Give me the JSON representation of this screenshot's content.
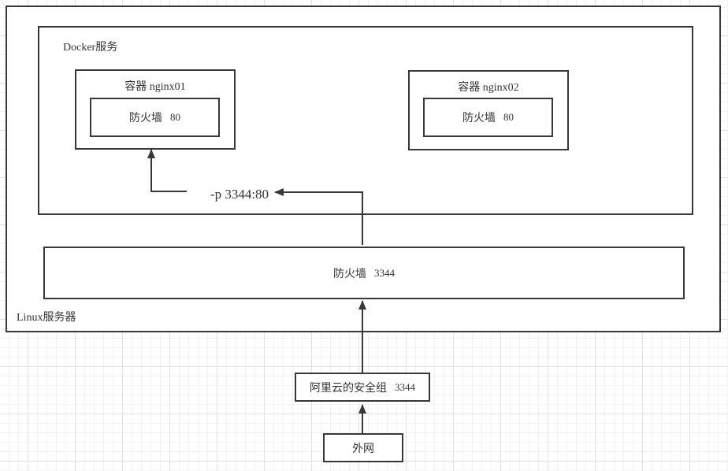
{
  "diagram": {
    "linux_server_label": "Linux服务器",
    "docker_service_label": "Docker服务",
    "containers": [
      {
        "title": "容器 nginx01",
        "firewall_label": "防火墙",
        "port": "80"
      },
      {
        "title": "容器 nginx02",
        "firewall_label": "防火墙",
        "port": "80"
      }
    ],
    "host_firewall": {
      "label": "防火墙",
      "port": "3344"
    },
    "security_group": {
      "label": "阿里云的安全组",
      "port": "3344"
    },
    "internet_label": "外网",
    "port_mapping_label": "-p 3344:80",
    "edges": [
      {
        "from": "port-mapping-label",
        "to": "container-nginx01"
      },
      {
        "from": "host-firewall",
        "to": "port-mapping-label"
      },
      {
        "from": "security-group",
        "to": "host-firewall"
      },
      {
        "from": "internet",
        "to": "security-group"
      }
    ]
  },
  "colors": {
    "shape_stroke": "#383838",
    "text": "#333333",
    "canvas_background": "#ffffff",
    "grid_minor": "#f2f2f2",
    "grid_major": "#e1e1e1"
  }
}
